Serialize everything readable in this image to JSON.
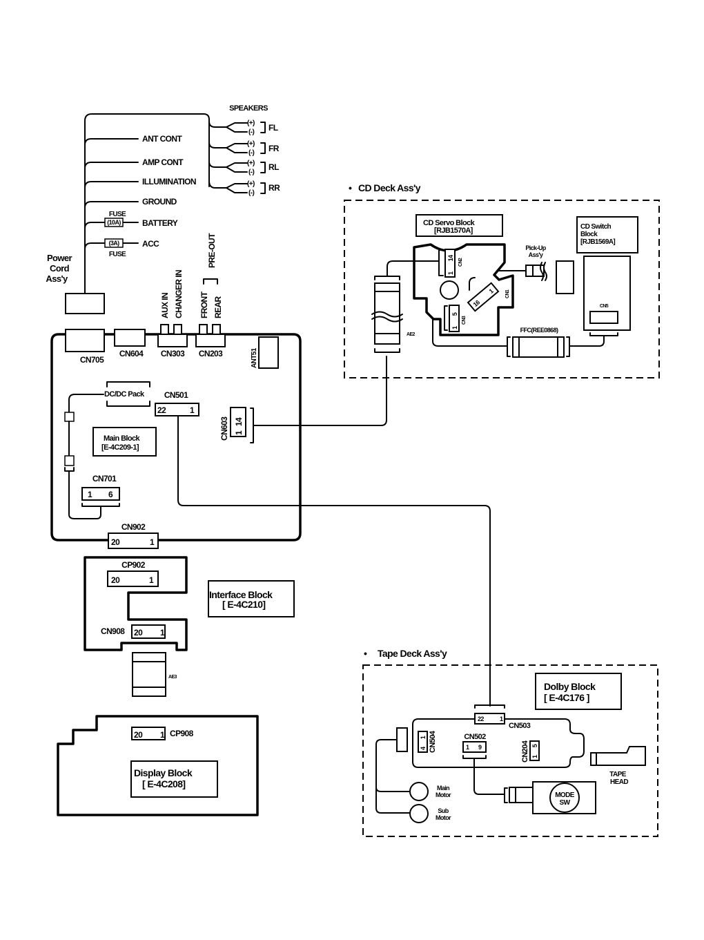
{
  "power_cord": {
    "title_lines": [
      "Power",
      "Cord",
      "Ass'y"
    ],
    "wires": [
      "ANT CONT",
      "AMP CONT",
      "ILLUMINATION",
      "GROUND",
      "BATTERY",
      "ACC"
    ],
    "fuse_label": "FUSE",
    "battery_fuse": "(10A)",
    "acc_fuse": "(3A)"
  },
  "speakers": {
    "title": "SPEAKERS",
    "plus": "(+)",
    "minus": "(-)",
    "channels": [
      "FL",
      "FR",
      "RL",
      "RR"
    ]
  },
  "inputs": {
    "aux_in": "AUX IN",
    "changer_in": "CHANGER IN",
    "front": "FRONT",
    "rear": "REAR",
    "pre_out": "PRE-OUT"
  },
  "main_block": {
    "title": "Main Block",
    "part": "[E-4C209-1]",
    "connectors": {
      "cn705": "CN705",
      "cn604": "CN604",
      "cn303": "CN303",
      "cn203": "CN203",
      "ant51": "ANT51",
      "cn501": "CN501",
      "cn501_pins": [
        "22",
        "1"
      ],
      "cn603": "CN603",
      "cn603_pins": [
        "14",
        "1"
      ],
      "cn701": "CN701",
      "cn701_pins": [
        "1",
        "6"
      ],
      "cn902": "CN902",
      "cn902_pins": [
        "20",
        "1"
      ]
    },
    "dcdc_pack": "DC/DC Pack"
  },
  "interface_block": {
    "title": "Interface Block",
    "part": "[ E-4C210]",
    "cp902": "CP902",
    "cp902_pins": [
      "20",
      "1"
    ],
    "cn908": "CN908",
    "cn908_pins": [
      "20",
      "1"
    ],
    "ae3": "AE3"
  },
  "display_block": {
    "title": "Display Block",
    "part": "[ E-4C208]",
    "cp908": "CP908",
    "cp908_pins": [
      "20",
      "1"
    ]
  },
  "cd_deck": {
    "title": "CD Deck Ass'y",
    "servo_title": "CD Servo  Block",
    "servo_part": "[RJB1570A]",
    "switch_lines": [
      "CD Switch",
      "Block",
      "[RJB1569A]"
    ],
    "pickup_lines": [
      "Pick-Up",
      "Ass'y"
    ],
    "cn1": "CN1",
    "cn1_pins": [
      "16",
      "1"
    ],
    "cn2": "CN2",
    "cn2_pins": [
      "14",
      "1"
    ],
    "cn3": "CN3",
    "cn3_pins": [
      "5",
      "1"
    ],
    "cn5": "CN5",
    "ffc": "FFC(REE0868)",
    "ae2": "AE2"
  },
  "tape_deck": {
    "title": "Tape Deck Ass'y",
    "dolby_title": "Dolby Block",
    "dolby_part": "[ E-4C176 ]",
    "cn503": "CN503",
    "cn503_pins": [
      "22",
      "1"
    ],
    "cn504": "CN504",
    "cn504_pins": [
      "1",
      "4"
    ],
    "cn502": "CN502",
    "cn502_pins": [
      "1",
      "9"
    ],
    "cn204": "CN204",
    "cn204_pins": [
      "5",
      "1"
    ],
    "main_motor": [
      "Main",
      "Motor"
    ],
    "sub_motor": [
      "Sub",
      "Motor"
    ],
    "mode_sw": [
      "MODE",
      "SW"
    ],
    "tape_head": [
      "TAPE",
      "HEAD"
    ]
  },
  "bullet": "•"
}
